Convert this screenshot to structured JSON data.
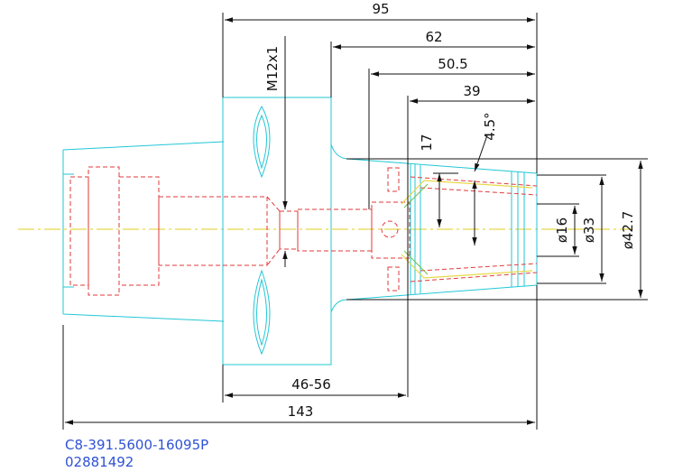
{
  "drawing": {
    "dimensions": {
      "d95": "95",
      "d62": "62",
      "d50_5": "50.5",
      "d39": "39",
      "thread": "M12x1",
      "d17": "17",
      "angle": "4.5°",
      "dia16": "ø16",
      "dia33": "ø33",
      "dia42_7": "ø42.7",
      "d46_56": "46-56",
      "d143": "143"
    },
    "part_code": "C8-391.5600-16095P",
    "part_number": "02881492"
  },
  "colors": {
    "outline": "#22c7d6",
    "hidden": "#e23a3a",
    "centerline": "#e8d84a",
    "dimension": "#111111",
    "code_text": "#2f52d6"
  }
}
